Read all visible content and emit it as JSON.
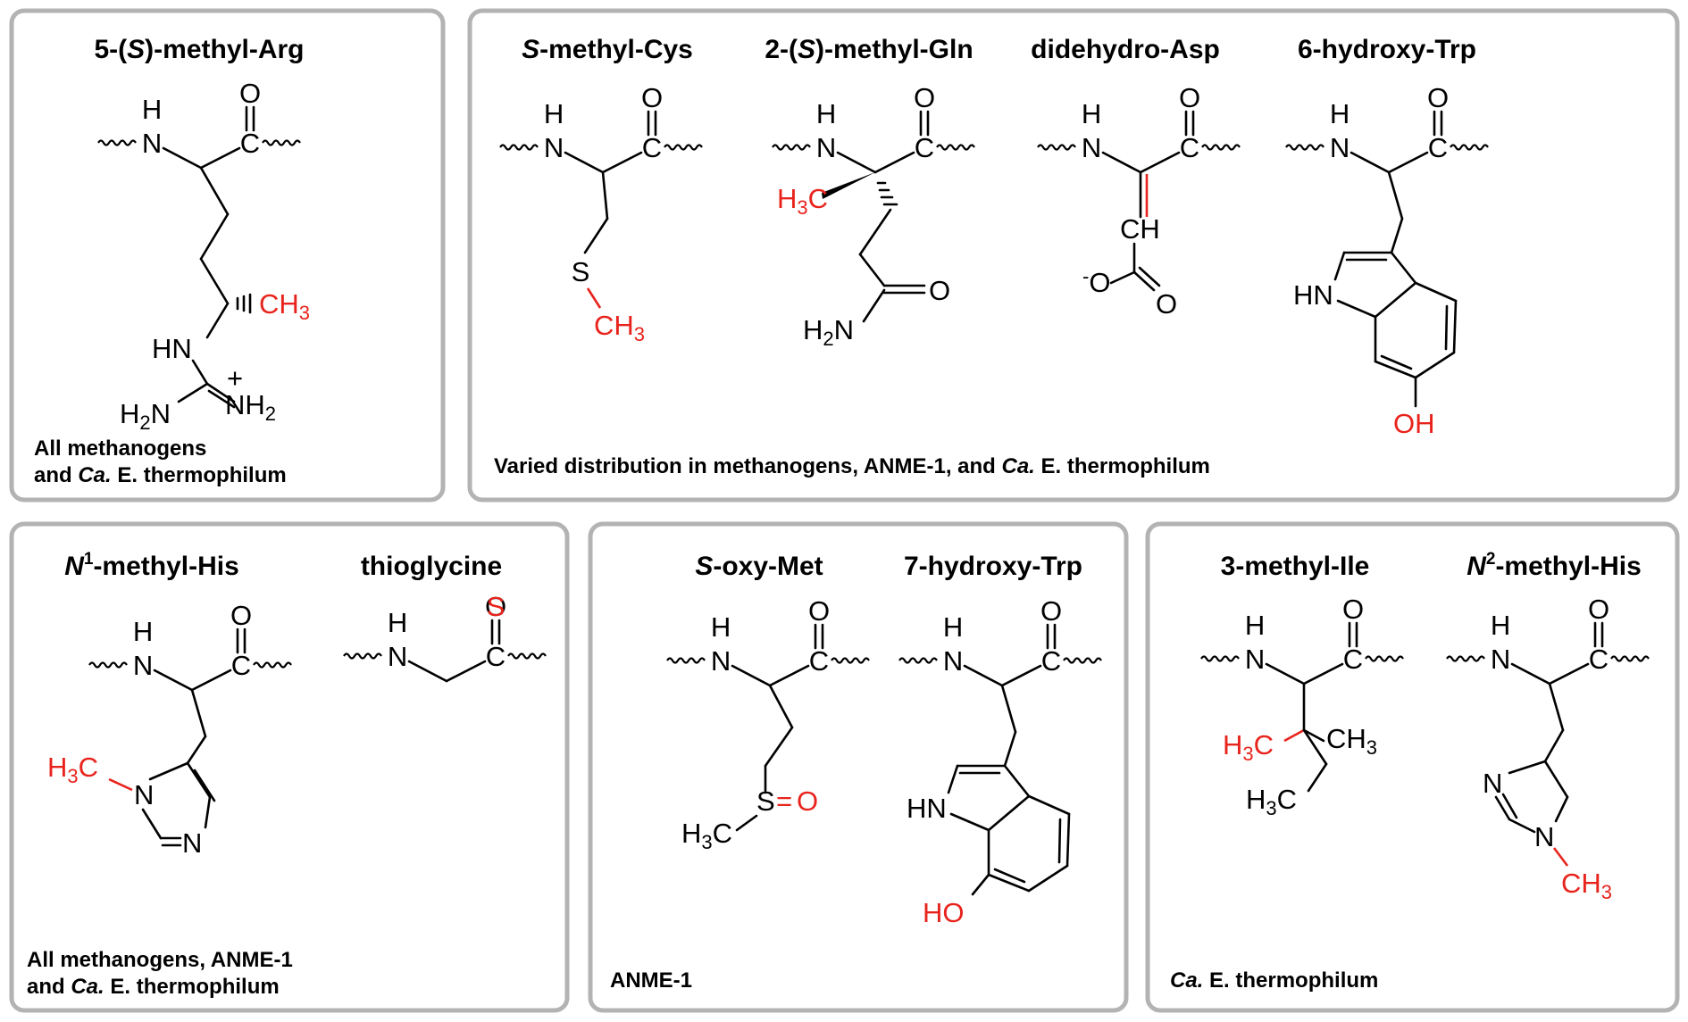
{
  "panels": [
    {
      "id": "p1",
      "titles": [
        {
          "prefix": "5-(",
          "italic": "S",
          "suffix": ")-methyl-Arg"
        }
      ],
      "caption_lines": [
        [
          {
            "text": "All methanogens",
            "italic": false
          }
        ],
        [
          {
            "text": "and ",
            "italic": false
          },
          {
            "text": "Ca.",
            "italic": true
          },
          {
            "text": " E. thermophilum",
            "italic": false
          }
        ]
      ]
    },
    {
      "id": "p2",
      "titles": [
        {
          "prefix": "",
          "italic": "S",
          "suffix": "-methyl-Cys"
        },
        {
          "prefix": "2-(",
          "italic": "S",
          "suffix": ")-methyl-Gln"
        },
        {
          "prefix": "",
          "italic": "",
          "suffix": "didehydro-Asp"
        },
        {
          "prefix": "",
          "italic": "",
          "suffix": "6-hydroxy-Trp"
        }
      ],
      "caption_lines": [
        [
          {
            "text": "Varied distribution in methanogens, ANME-1, and ",
            "italic": false
          },
          {
            "text": "Ca.",
            "italic": true
          },
          {
            "text": " E. thermophilum",
            "italic": false
          }
        ]
      ]
    },
    {
      "id": "p3",
      "titles": [
        {
          "prefix": "",
          "italic": "N",
          "sup": "1",
          "suffix": "-methyl-His"
        },
        {
          "prefix": "",
          "italic": "",
          "suffix": "thioglycine"
        }
      ],
      "caption_lines": [
        [
          {
            "text": "All methanogens, ANME-1",
            "italic": false
          }
        ],
        [
          {
            "text": "and ",
            "italic": false
          },
          {
            "text": "Ca.",
            "italic": true
          },
          {
            "text": " E. thermophilum",
            "italic": false
          }
        ]
      ]
    },
    {
      "id": "p4",
      "titles": [
        {
          "prefix": "",
          "italic": "S",
          "suffix": "-oxy-Met"
        },
        {
          "prefix": "",
          "italic": "",
          "suffix": "7-hydroxy-Trp"
        }
      ],
      "caption_lines": [
        [
          {
            "text": "ANME-1",
            "italic": false
          }
        ]
      ]
    },
    {
      "id": "p5",
      "titles": [
        {
          "prefix": "",
          "italic": "",
          "suffix": "3-methyl-Ile"
        },
        {
          "prefix": "",
          "italic": "N",
          "sup": "2",
          "suffix": "-methyl-His"
        }
      ],
      "caption_lines": [
        [
          {
            "text": "Ca.",
            "italic": true
          },
          {
            "text": " E. thermophilum",
            "italic": false
          }
        ]
      ]
    }
  ],
  "atoms": {
    "H": "H",
    "N": "N",
    "O": "O",
    "S": "S",
    "HN": "HN",
    "CH": "CH",
    "CH3": "CH",
    "CH3_sub": "3",
    "H3C_H": "H",
    "H3C_sub": "3",
    "H3C_C": "C",
    "H2N_H": "H",
    "H2N_sub": "2",
    "H2N_N": "N",
    "NH2_N": "NH",
    "NH2_sub": "2",
    "plus": "+",
    "minus": "-",
    "OH": "OH",
    "HO": "HO",
    "equals": "="
  },
  "colors": {
    "modification": "#e8231c",
    "frame": "#b3b3b3",
    "text": "#000000"
  }
}
